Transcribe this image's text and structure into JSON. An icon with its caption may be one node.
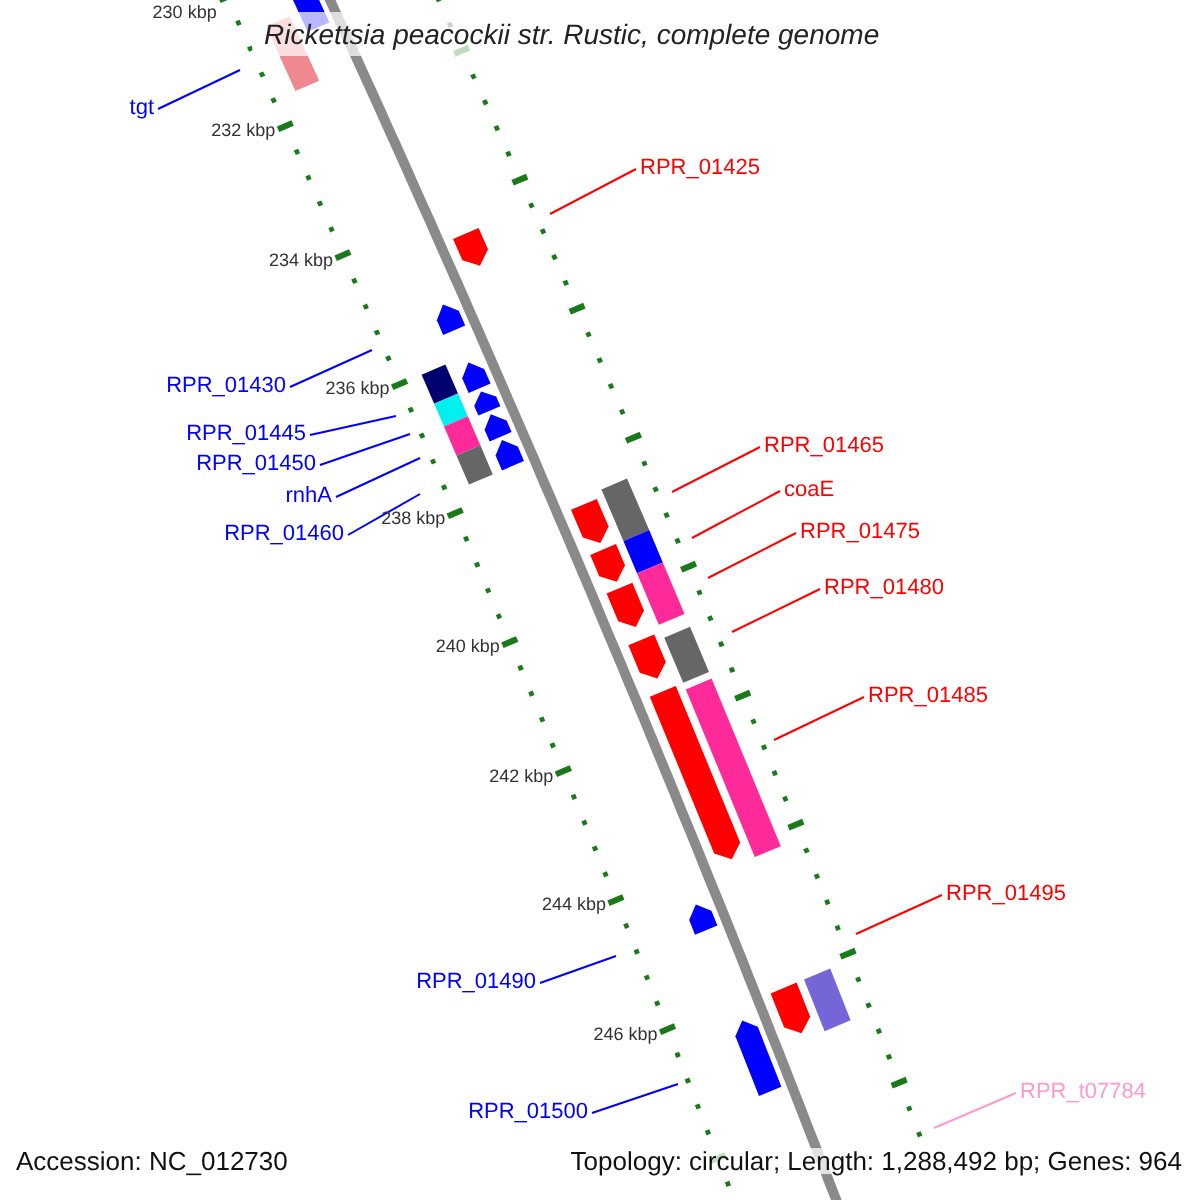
{
  "diagram": {
    "title": "Rickettsia peacockii str. Rustic, complete genome",
    "nodes": [
      {
        "text": [
          "tgt"
        ]
      },
      {
        "text": [
          "RPR_01425"
        ]
      },
      {
        "text": [
          "RPR_01430"
        ]
      },
      {
        "text": [
          "RPR_01445"
        ]
      },
      {
        "text": [
          "RPR_01450"
        ]
      },
      {
        "text": [
          "rnhA"
        ]
      },
      {
        "text": [
          "RPR_01460"
        ]
      },
      {
        "text": [
          "RPR_01465"
        ]
      },
      {
        "text": [
          "coaE"
        ]
      },
      {
        "text": [
          "RPR_01475"
        ]
      },
      {
        "text": [
          "RPR_01480"
        ]
      },
      {
        "text": [
          "RPR_01485"
        ]
      },
      {
        "text": [
          "RPR_01495"
        ]
      },
      {
        "text": [
          "RPR_01490"
        ]
      },
      {
        "text": [
          "RPR_01500"
        ]
      },
      {
        "text": [
          "RPR_t07784"
        ]
      }
    ],
    "edges": [
      {
        "from": 0,
        "to": null,
        "arrow": "none"
      },
      {
        "from": 1,
        "to": null,
        "arrow": "none",
        "color": "#ff0000"
      },
      {
        "from": 2,
        "to": null,
        "arrow": "none"
      },
      {
        "from": 3,
        "to": null,
        "arrow": "none"
      },
      {
        "from": 4,
        "to": null,
        "arrow": "none"
      },
      {
        "from": 5,
        "to": null,
        "arrow": "none"
      },
      {
        "from": 6,
        "to": null,
        "arrow": "none"
      },
      {
        "from": 7,
        "to": null,
        "arrow": "none",
        "color": "#ff0000"
      },
      {
        "from": 8,
        "to": null,
        "arrow": "none",
        "color": "#ff0000"
      },
      {
        "from": 9,
        "to": null,
        "arrow": "none",
        "color": "#ff0000"
      },
      {
        "from": 10,
        "to": null,
        "arrow": "none",
        "color": "#ff0000"
      },
      {
        "from": 11,
        "to": null,
        "arrow": "none",
        "color": "#ff0000"
      },
      {
        "from": 12,
        "to": null,
        "arrow": "none",
        "color": "#ff0000"
      },
      {
        "from": 13,
        "to": null,
        "arrow": "none"
      },
      {
        "from": 14,
        "to": null,
        "arrow": "none"
      },
      {
        "from": 15,
        "to": null,
        "arrow": "none",
        "color": "#ff99cc"
      }
    ],
    "labels": [
      "230 kbp",
      "232 kbp",
      "234 kbp",
      "236 kbp",
      "238 kbp",
      "240 kbp",
      "242 kbp",
      "244 kbp",
      "246 kbp",
      "Accession: NC_012730",
      "Topology: circular; Length: 1,288,492 bp; Genes: 964"
    ]
  }
}
